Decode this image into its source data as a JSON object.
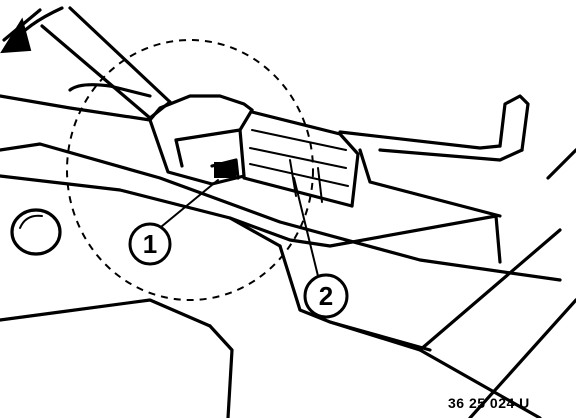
{
  "callouts": [
    {
      "label": "1"
    },
    {
      "label": "2"
    }
  ],
  "reference_code": "36 25 024 U",
  "colors": {
    "ink": "#000000",
    "paper": "#ffffff"
  }
}
